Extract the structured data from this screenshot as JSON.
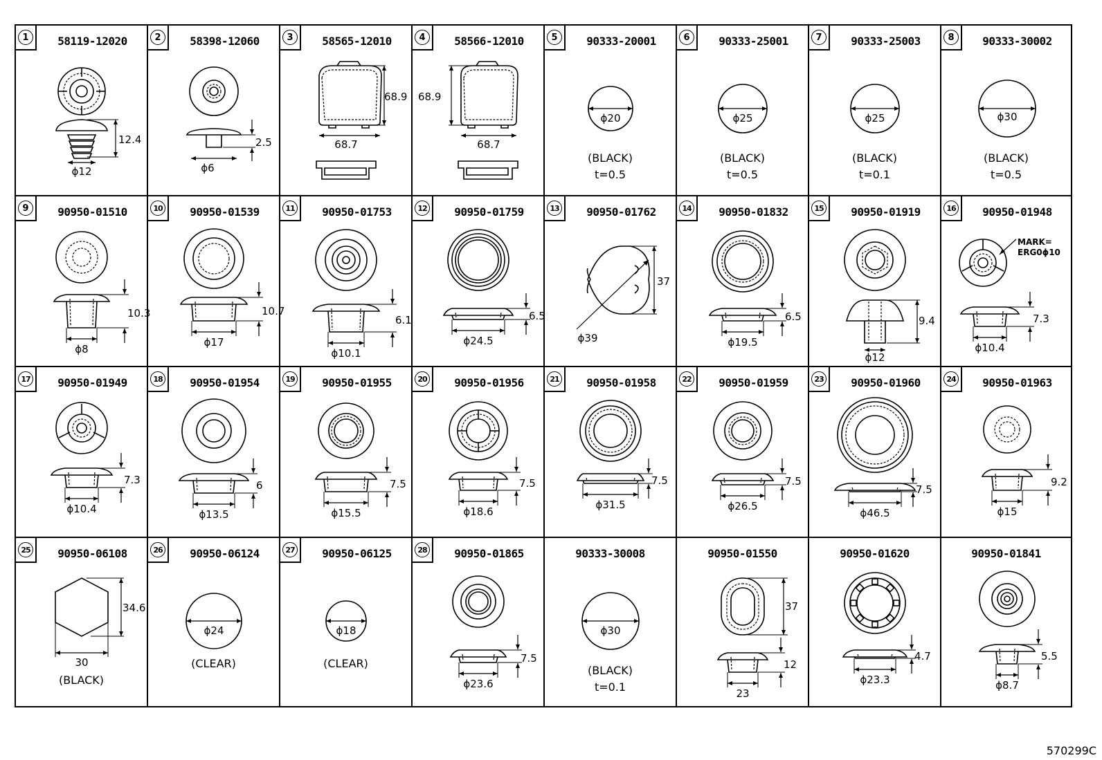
{
  "drawing_code": "570299C",
  "parts": [
    {
      "ref": "1",
      "part_no": "58119-12020",
      "dims": [
        "12.4",
        "ϕ12"
      ]
    },
    {
      "ref": "2",
      "part_no": "58398-12060",
      "dims": [
        "2.5",
        "ϕ6"
      ]
    },
    {
      "ref": "3",
      "part_no": "58565-12010",
      "dims": [
        "68.9",
        "68.7"
      ]
    },
    {
      "ref": "4",
      "part_no": "58566-12010",
      "dims": [
        "68.9",
        "68.7"
      ]
    },
    {
      "ref": "5",
      "part_no": "90333-20001",
      "dims": [
        "ϕ20"
      ],
      "notes": [
        "(BLACK)",
        "t=0.5"
      ]
    },
    {
      "ref": "6",
      "part_no": "90333-25001",
      "dims": [
        "ϕ25"
      ],
      "notes": [
        "(BLACK)",
        "t=0.5"
      ]
    },
    {
      "ref": "7",
      "part_no": "90333-25003",
      "dims": [
        "ϕ25"
      ],
      "notes": [
        "(BLACK)",
        "t=0.1"
      ]
    },
    {
      "ref": "8",
      "part_no": "90333-30002",
      "dims": [
        "ϕ30"
      ],
      "notes": [
        "(BLACK)",
        "t=0.5"
      ]
    },
    {
      "ref": "9",
      "part_no": "90950-01510",
      "dims": [
        "10.3",
        "ϕ8"
      ]
    },
    {
      "ref": "10",
      "part_no": "90950-01539",
      "dims": [
        "10.7",
        "ϕ17"
      ]
    },
    {
      "ref": "11",
      "part_no": "90950-01753",
      "dims": [
        "6.1",
        "ϕ10.1"
      ]
    },
    {
      "ref": "12",
      "part_no": "90950-01759",
      "dims": [
        "6.5",
        "ϕ24.5"
      ]
    },
    {
      "ref": "13",
      "part_no": "90950-01762",
      "dims": [
        "37",
        "ϕ39"
      ]
    },
    {
      "ref": "14",
      "part_no": "90950-01832",
      "dims": [
        "6.5",
        "ϕ19.5"
      ]
    },
    {
      "ref": "15",
      "part_no": "90950-01919",
      "dims": [
        "9.4",
        "ϕ12"
      ]
    },
    {
      "ref": "16",
      "part_no": "90950-01948",
      "dims": [
        "7.3",
        "ϕ10.4"
      ],
      "mark": [
        "MARK=",
        "ERG0ϕ10"
      ]
    },
    {
      "ref": "17",
      "part_no": "90950-01949",
      "dims": [
        "7.3",
        "ϕ10.4"
      ]
    },
    {
      "ref": "18",
      "part_no": "90950-01954",
      "dims": [
        "6",
        "ϕ13.5"
      ]
    },
    {
      "ref": "19",
      "part_no": "90950-01955",
      "dims": [
        "7.5",
        "ϕ15.5"
      ]
    },
    {
      "ref": "20",
      "part_no": "90950-01956",
      "dims": [
        "7.5",
        "ϕ18.6"
      ]
    },
    {
      "ref": "21",
      "part_no": "90950-01958",
      "dims": [
        "7.5",
        "ϕ31.5"
      ]
    },
    {
      "ref": "22",
      "part_no": "90950-01959",
      "dims": [
        "7.5",
        "ϕ26.5"
      ]
    },
    {
      "ref": "23",
      "part_no": "90950-01960",
      "dims": [
        "7.5",
        "ϕ46.5"
      ]
    },
    {
      "ref": "24",
      "part_no": "90950-01963",
      "dims": [
        "9.2",
        "ϕ15"
      ]
    },
    {
      "ref": "25",
      "part_no": "90950-06108",
      "dims": [
        "34.6",
        "30"
      ],
      "notes": [
        "(BLACK)"
      ]
    },
    {
      "ref": "26",
      "part_no": "90950-06124",
      "dims": [
        "ϕ24"
      ],
      "notes": [
        "(CLEAR)"
      ]
    },
    {
      "ref": "27",
      "part_no": "90950-06125",
      "dims": [
        "ϕ18"
      ],
      "notes": [
        "(CLEAR)"
      ]
    },
    {
      "ref": "28",
      "part_no": "90950-01865",
      "dims": [
        "7.5",
        "ϕ23.6"
      ]
    },
    {
      "ref": "",
      "part_no": "90333-30008",
      "dims": [
        "ϕ30"
      ],
      "notes": [
        "(BLACK)",
        "t=0.1"
      ]
    },
    {
      "ref": "",
      "part_no": "90950-01550",
      "dims": [
        "37",
        "12",
        "23"
      ]
    },
    {
      "ref": "",
      "part_no": "90950-01620",
      "dims": [
        "4.7",
        "ϕ23.3"
      ]
    },
    {
      "ref": "",
      "part_no": "90950-01841",
      "dims": [
        "5.5",
        "ϕ8.7"
      ]
    }
  ]
}
